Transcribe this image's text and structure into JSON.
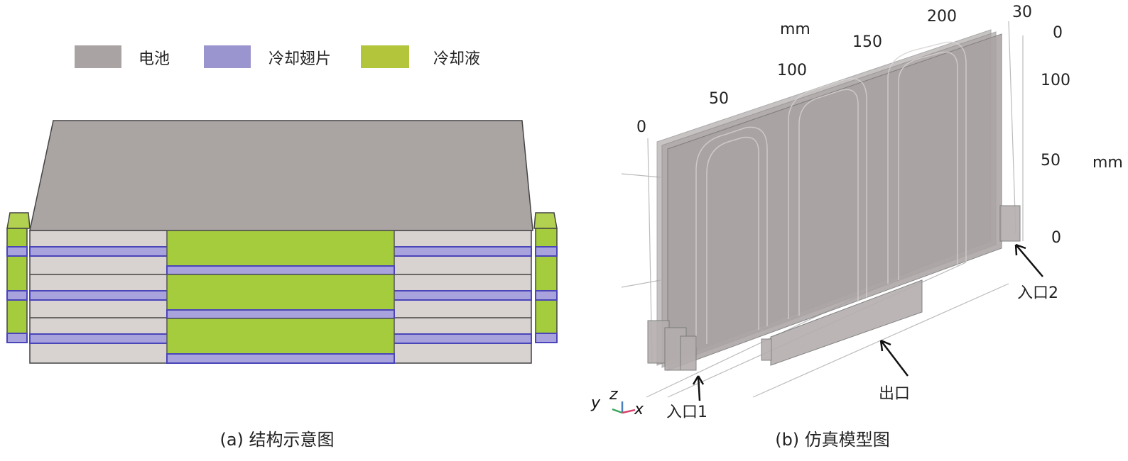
{
  "panel_a": {
    "caption": "(a) 结构示意图",
    "legend": [
      {
        "label": "电池",
        "color": "#a9a3a3"
      },
      {
        "label": "冷却翅片",
        "color": "#9a94cf"
      },
      {
        "label": "冷却液",
        "color": "#b3c53a"
      }
    ]
  },
  "panel_b": {
    "caption": "(b) 仿真模型图",
    "x_axis": {
      "unit": "mm",
      "ticks": [
        "0",
        "50",
        "100",
        "150",
        "200"
      ]
    },
    "y_axis": {
      "ticks": [
        "30",
        "0"
      ]
    },
    "z_axis": {
      "unit": "mm",
      "ticks": [
        "100",
        "50",
        "0"
      ]
    },
    "labels": {
      "inlet1": "入口1",
      "inlet2": "入口2",
      "outlet": "出口"
    },
    "triad": {
      "x": "x",
      "y": "y",
      "z": "z"
    }
  }
}
